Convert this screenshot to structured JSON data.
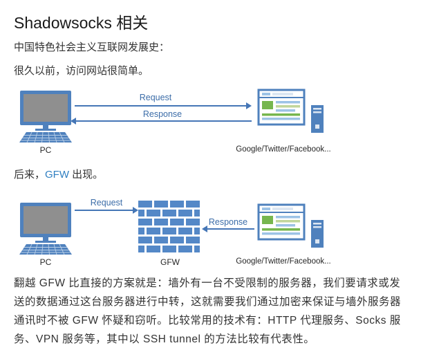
{
  "page": {
    "title": "Shadowsocks 相关",
    "intro": "中国特色社会主义互联网发展史：",
    "para1": "很久以前，访问网站很简单。",
    "para2": {
      "before": "后来，",
      "link": "GFW",
      "after": " 出现。"
    },
    "closing": "翻越 GFW 比直接的方案就是：墙外有一台不受限制的服务器，我们要请求或发送的数据通过这台服务器进行中转，这就需要我们通过加密来保证与墙外服务器通讯时不被 GFW 怀疑和窃听。比较常用的技术有：HTTP 代理服务、Socks 服务、VPN 服务等，其中以 SSH tunnel 的方法比较有代表性。"
  },
  "diagram_simple": {
    "pc_label": "PC",
    "request_label": "Request",
    "response_label": "Response",
    "server_label": "Google/Twitter/Facebook..."
  },
  "diagram_gfw": {
    "pc_label": "PC",
    "request_label": "Request",
    "response_label": "Response",
    "wall_label": "GFW",
    "server_label": "Google/Twitter/Facebook..."
  },
  "colors": {
    "icon_blue": "#4f81bd",
    "wall_blue": "#5488c7",
    "screen_gray": "#8f8f8f",
    "arrow_blue": "#4576b6",
    "label_blue": "#3c6da8",
    "link_blue": "#2f7fc1",
    "text_color": "#333333",
    "green": "#77b64e",
    "light_green": "#c2d69b",
    "light_blue": "#9dc3e6",
    "pale_blue": "#dce6f2"
  }
}
